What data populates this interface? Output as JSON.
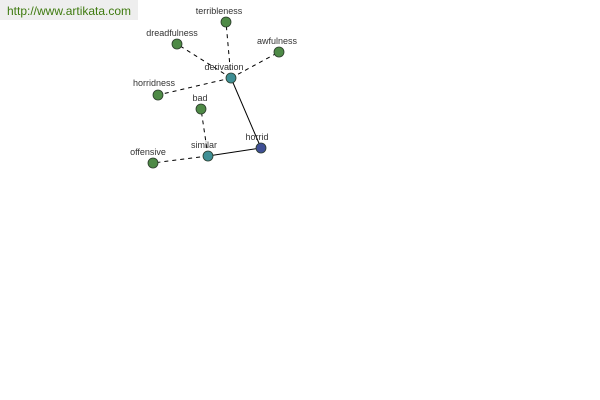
{
  "source_link": "http://www.artikata.com",
  "graph": {
    "nodes": [
      {
        "id": "terribleness",
        "label": "terribleness",
        "role": "leaf"
      },
      {
        "id": "dreadfulness",
        "label": "dreadfulness",
        "role": "leaf"
      },
      {
        "id": "awfulness",
        "label": "awfulness",
        "role": "leaf"
      },
      {
        "id": "derivation",
        "label": "derivation",
        "role": "hub"
      },
      {
        "id": "horridness",
        "label": "horridness",
        "role": "leaf"
      },
      {
        "id": "bad",
        "label": "bad",
        "role": "leaf"
      },
      {
        "id": "horrid",
        "label": "horrid",
        "role": "root"
      },
      {
        "id": "similar",
        "label": "similar",
        "role": "hub"
      },
      {
        "id": "offensive",
        "label": "offensive",
        "role": "leaf"
      }
    ],
    "edges": [
      {
        "from": "horrid",
        "to": "derivation",
        "style": "solid"
      },
      {
        "from": "horrid",
        "to": "similar",
        "style": "solid"
      },
      {
        "from": "derivation",
        "to": "terribleness",
        "style": "dashed"
      },
      {
        "from": "derivation",
        "to": "dreadfulness",
        "style": "dashed"
      },
      {
        "from": "derivation",
        "to": "awfulness",
        "style": "dashed"
      },
      {
        "from": "derivation",
        "to": "horridness",
        "style": "dashed"
      },
      {
        "from": "similar",
        "to": "bad",
        "style": "dashed"
      },
      {
        "from": "similar",
        "to": "offensive",
        "style": "dashed"
      }
    ]
  },
  "colors": {
    "leaf": "#4e8a46",
    "hub": "#3f8f95",
    "root": "#3f4f95",
    "banner_text": "#3e7a0e"
  }
}
